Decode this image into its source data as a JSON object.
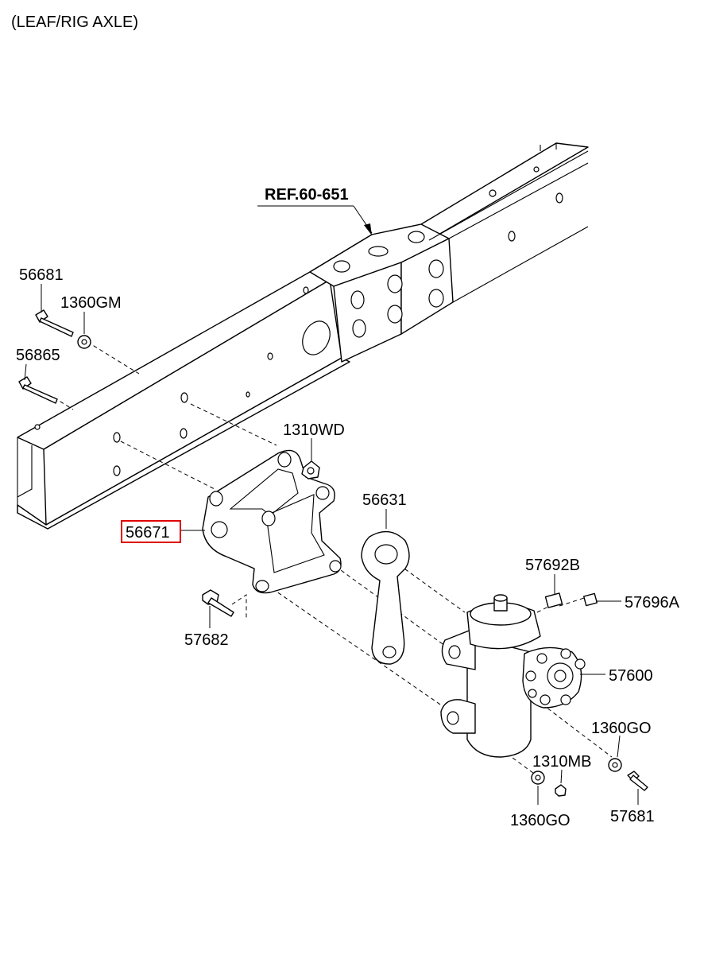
{
  "diagram": {
    "title": "(LEAF/RIG AXLE)",
    "reference": "REF.60-651",
    "highlight_color": "#e00000",
    "labels": {
      "p56681": "56681",
      "p1360GM": "1360GM",
      "p56865": "56865",
      "p1310WD": "1310WD",
      "p56631": "56631",
      "p56671": "56671",
      "p57692B": "57692B",
      "p57696A": "57696A",
      "p57682": "57682",
      "p57600": "57600",
      "p1360GO_right": "1360GO",
      "p1310MB": "1310MB",
      "p1360GO_bottom": "1360GO",
      "p57681": "57681"
    }
  }
}
